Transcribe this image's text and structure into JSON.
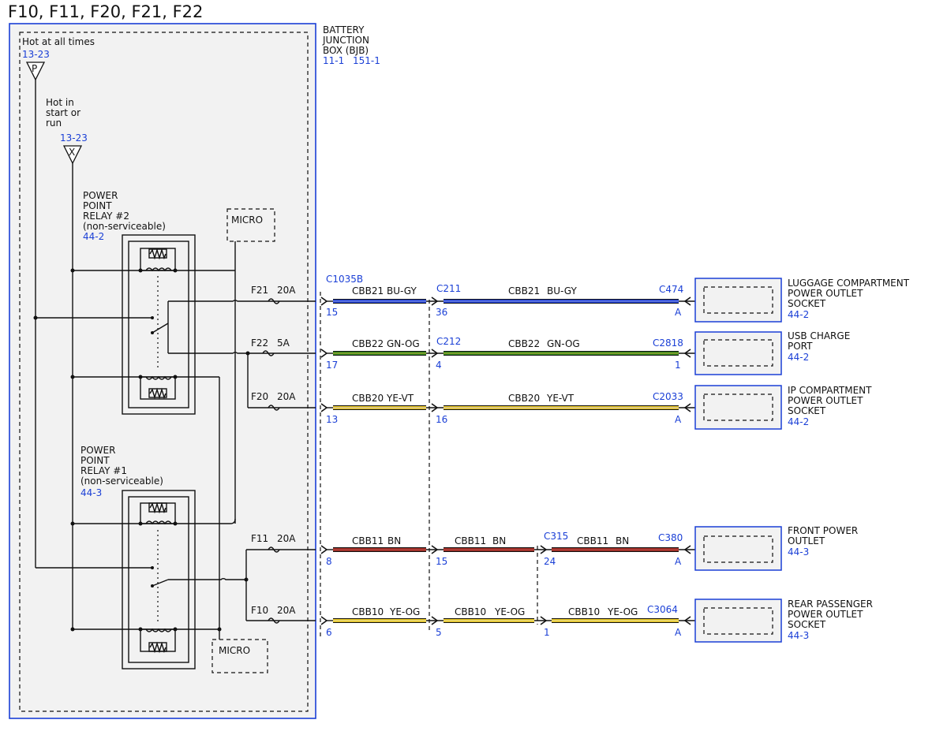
{
  "title": "F10, F11, F20, F21, F22",
  "bjb": {
    "label_lines": [
      "BATTERY",
      "JUNCTION",
      "BOX (BJB)"
    ],
    "ref1": "11-1",
    "ref2": "151-1"
  },
  "feeds": {
    "hot_all_times": "Hot at all times",
    "hot_all_ref": "13-23",
    "hot_all_symbol": "P",
    "hot_start_lines": [
      "Hot in",
      "start or",
      "run"
    ],
    "hot_start_ref": "13-23",
    "hot_start_symbol": "X"
  },
  "relays": {
    "r2_lines": [
      "POWER",
      "POINT",
      "RELAY #2",
      "(non-serviceable)"
    ],
    "r2_ref": "44-2",
    "r1_lines": [
      "POWER",
      "POINT",
      "RELAY #1",
      "(non-serviceable)"
    ],
    "r1_ref": "44-3",
    "micro": "MICRO"
  },
  "fuses": [
    {
      "name": "F21",
      "rating": "20A"
    },
    {
      "name": "F22",
      "rating": "5A"
    },
    {
      "name": "F20",
      "rating": "20A"
    },
    {
      "name": "F11",
      "rating": "20A"
    },
    {
      "name": "F10",
      "rating": "20A"
    }
  ],
  "connectors": {
    "c1035b": "C1035B",
    "c211": "C211",
    "c212": "C212",
    "c315": "C315"
  },
  "circuits": [
    {
      "seg1": [
        "CBB21",
        "BU-GY"
      ],
      "seg2": [
        "CBB21",
        "BU-GY"
      ],
      "pin_a": "15",
      "pin_b": "36",
      "end_conn": "C474",
      "end_pin": "A",
      "color": "#1f3fd8",
      "stripe": "#8f9bd8"
    },
    {
      "seg1": [
        "CBB22",
        "GN-OG"
      ],
      "seg2": [
        "CBB22",
        "GN-OG"
      ],
      "pin_a": "17",
      "pin_b": "4",
      "end_conn": "C2818",
      "end_pin": "1",
      "color": "#2e8a1e",
      "stripe": "#c9a83a"
    },
    {
      "seg1": [
        "CBB20",
        "YE-VT"
      ],
      "seg2": [
        "CBB20",
        "YE-VT"
      ],
      "pin_a": "13",
      "pin_b": "16",
      "end_conn": "C2033",
      "end_pin": "A",
      "color": "#e3c21c",
      "stripe": "#d9cfe0"
    },
    {
      "seg1": [
        "CBB11",
        "BN"
      ],
      "seg2": [
        "CBB11",
        "BN"
      ],
      "seg3": [
        "CBB11",
        "BN"
      ],
      "pin_a": "8",
      "pin_b": "15",
      "pin_c": "24",
      "end_conn": "C380",
      "end_pin": "A",
      "color": "#9a2a22",
      "stripe": "#c0504a"
    },
    {
      "seg1": [
        "CBB10",
        "YE-OG"
      ],
      "seg2": [
        "CBB10",
        "YE-OG"
      ],
      "seg3": [
        "CBB10",
        "YE-OG"
      ],
      "pin_a": "6",
      "pin_b": "5",
      "pin_c": "1",
      "end_conn": "C3064",
      "end_pin": "A",
      "color": "#e3c21c",
      "stripe": "#f2e9b0"
    }
  ],
  "loads": [
    {
      "lines": [
        "LUGGAGE COMPARTMENT",
        "POWER OUTLET",
        "SOCKET"
      ],
      "ref": "44-2"
    },
    {
      "lines": [
        "USB CHARGE",
        "PORT"
      ],
      "ref": "44-2"
    },
    {
      "lines": [
        "IP COMPARTMENT",
        "POWER OUTLET",
        "SOCKET"
      ],
      "ref": "44-2"
    },
    {
      "lines": [
        "FRONT POWER",
        "OUTLET"
      ],
      "ref": "44-3"
    },
    {
      "lines": [
        "REAR PASSENGER",
        "POWER OUTLET",
        "SOCKET"
      ],
      "ref": "44-3"
    }
  ],
  "colors": {
    "frame_blue": "#1a3fd6",
    "ref_blue": "#1a3fd6",
    "panel_gray": "#f2f2f2"
  }
}
